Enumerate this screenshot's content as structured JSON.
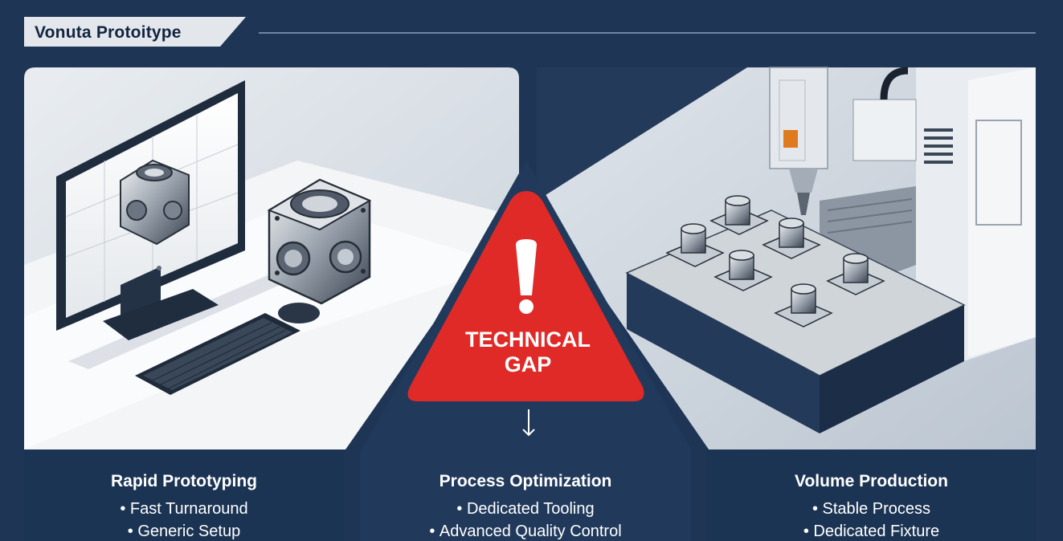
{
  "header": {
    "title": "Vonuta Protoitype"
  },
  "alert": {
    "label": "TECHNICAL GAP",
    "icon": "exclamation-icon",
    "color": "#e02a27"
  },
  "stages": [
    {
      "title": "Rapid Prototyping",
      "bullets": [
        "Fast Turnaround",
        "Generic Setup"
      ]
    },
    {
      "title": "Process Optimization",
      "bullets": [
        "Dedicated Tooling",
        "Advanced Quality Control"
      ]
    },
    {
      "title": "Volume Production",
      "bullets": [
        "Stable Process",
        "Dedicated Fixture"
      ]
    }
  ],
  "colors": {
    "background": "#1e3556",
    "panel": "#1c3454",
    "accent_red": "#e02a27"
  }
}
